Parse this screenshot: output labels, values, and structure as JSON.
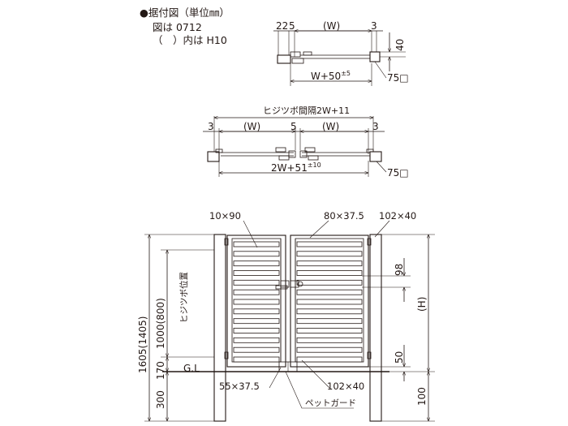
{
  "header": {
    "bullet": "●",
    "title": "据付図（単位㎜）",
    "line1": "図は 0712",
    "line2": "（　）内は H10"
  },
  "plan_single": {
    "dim_left_22": "22",
    "dim_left_5": "5",
    "dim_w": "(W)",
    "dim_right_3": "3",
    "dim_40": "40",
    "overall_main": "W+50",
    "overall_tol": "±5",
    "post_size": "75□"
  },
  "plan_double": {
    "hinge_pitch": "ヒジツボ間隔2W+11",
    "dim_left_3": "3",
    "dim_w_left": "(W)",
    "dim_center_5": "5",
    "dim_w_right": "(W)",
    "dim_right_3": "3",
    "overall_main": "2W+51",
    "overall_tol": "±10",
    "post_size": "75□"
  },
  "elevation": {
    "label_slat": "10×90",
    "label_frame": "80×37.5",
    "label_post_top": "102×40",
    "dim_98": "98",
    "dim_h": "(H)",
    "dim_50": "50",
    "dim_100": "100",
    "dim_total": "1605(1405)",
    "dim_1000": "1000(800)",
    "hinge_pos": "ヒジツボ位置",
    "dim_170": "170",
    "gl": "G.L",
    "dim_300": "300",
    "label_bottom_frame": "55×37.5",
    "label_post_bottom": "102×40",
    "pet_guard": "ペットガード"
  }
}
